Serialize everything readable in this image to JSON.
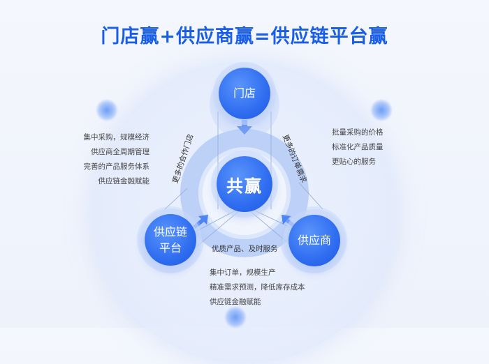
{
  "title": "门店赢+供应商赢=供应链平台赢",
  "center": {
    "label": "共赢"
  },
  "nodes": {
    "store": {
      "label": "门店"
    },
    "platform": {
      "label_line1": "供应链",
      "label_line2": "平台"
    },
    "supplier": {
      "label": "供应商"
    }
  },
  "arc_labels": {
    "left": "更多的合作门店",
    "right": "更多的订单需求",
    "bottom": "优质产品、及时服务"
  },
  "descriptions": {
    "left": [
      "集中采购，规模经济",
      "供应商全周期管理",
      "完善的产品服务体系",
      "供应链金融赋能"
    ],
    "right": [
      "批量采购的价格",
      "标准化产品质量",
      "更贴心的服务"
    ],
    "bottom": [
      "集中订单，规模生产",
      "精准需求预测，降低库存成本",
      "供应链金融赋能"
    ]
  },
  "colors": {
    "title": "#1a5ee6",
    "node_primary": "#2f6df0",
    "arc": "#aec7f6",
    "text": "#444444"
  }
}
